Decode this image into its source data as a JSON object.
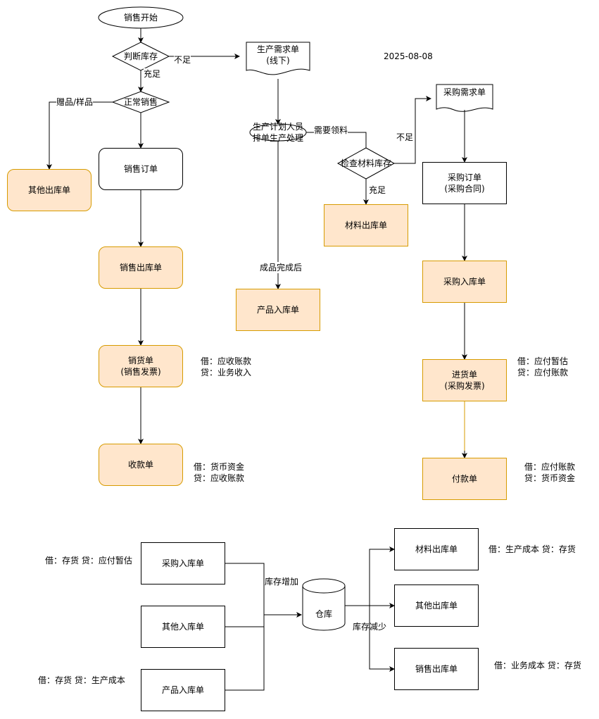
{
  "date": "2025-08-08",
  "nodes": {
    "start": "销售开始",
    "check_stock": "判断库存",
    "normal_sale": "正常销售",
    "sales_order": "销售订单",
    "other_out_top": "其他出库单",
    "sales_out": "销售出库单",
    "sales_invoice": "销货单\n(销售发票)",
    "receipt": "收款单",
    "prod_demand": "生产需求单\n(线下)",
    "planner": "生产计划人员\n排单生产处理",
    "check_material": "检查材料库存",
    "material_out_top": "材料出库单",
    "product_in_top": "产品入库单",
    "purchase_demand": "采购需求单",
    "purchase_order": "采购订单\n(采购合同)",
    "purchase_in_top": "采购入库单",
    "purchase_invoice": "进货单\n(采购发票)",
    "payment": "付款单",
    "purchase_in_bottom": "采购入库单",
    "other_in_bottom": "其他入库单",
    "product_in_bottom": "产品入库单",
    "warehouse": "仓库",
    "material_out_bottom": "材料出库单",
    "other_out_bottom": "其他出库单",
    "sales_out_bottom": "销售出库单"
  },
  "edge_labels": {
    "insufficient_1": "不足",
    "sufficient_1": "充足",
    "gift_sample": "赠品/样品",
    "need_material": "需要领料",
    "insufficient_2": "不足",
    "sufficient_2": "充足",
    "after_finished": "成品完成后",
    "stock_increase": "库存增加",
    "stock_decrease": "库存减少"
  },
  "notes": {
    "sales_invoice": "借：应收账款\n贷：业务收入",
    "receipt": "借：货币资金\n贷：应收账款",
    "purchase_invoice": "借：应付暂估\n贷：应付账款",
    "payment": "借：应付账款\n贷：货币资金",
    "purchase_in_bottom": "借：存货 贷：应付暂估",
    "product_in_bottom": "借：存货 贷：生产成本",
    "material_out_bottom": "借：生产成本 贷：存货",
    "sales_out_bottom": "借：业务成本 贷：存货"
  },
  "colors": {
    "line": "#000000",
    "orange_fill": "#ffe6cc",
    "orange_stroke": "#d79b00"
  }
}
